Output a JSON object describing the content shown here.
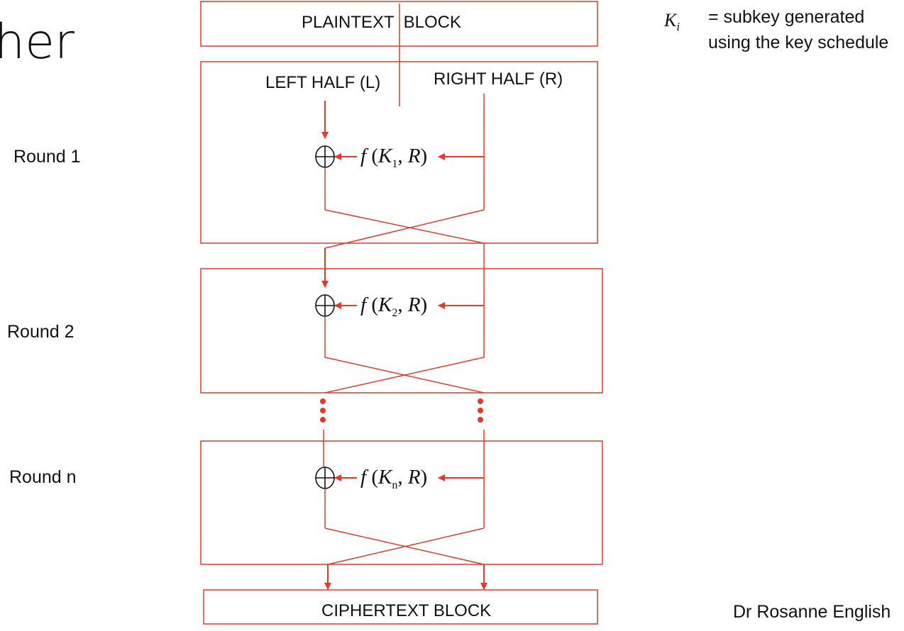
{
  "slide_title_fragment": "her",
  "legend": {
    "symbol_main": "K",
    "symbol_sub": "i",
    "line1": "= subkey generated",
    "line2": "using the key schedule"
  },
  "blocks": {
    "plaintext": "PLAINTEXT  BLOCK",
    "left_half": "LEFT HALF (L)",
    "right_half": "RIGHT HALF (R)",
    "ciphertext": "CIPHERTEXT BLOCK"
  },
  "rounds": [
    {
      "label": "Round 1",
      "func": "f",
      "key": "K",
      "key_sub": "1",
      "arg": "R"
    },
    {
      "label": "Round 2",
      "func": "f",
      "key": "K",
      "key_sub": "2",
      "arg": "R"
    },
    {
      "label": "Round n",
      "func": "f",
      "key": "K",
      "key_sub": "n",
      "arg": "R"
    }
  ],
  "author": "Dr Rosanne English",
  "colors": {
    "accent": "#e03a2f",
    "text": "#111111"
  },
  "icons": [
    "xor-icon",
    "arrow-icon",
    "ellipsis-dots"
  ]
}
